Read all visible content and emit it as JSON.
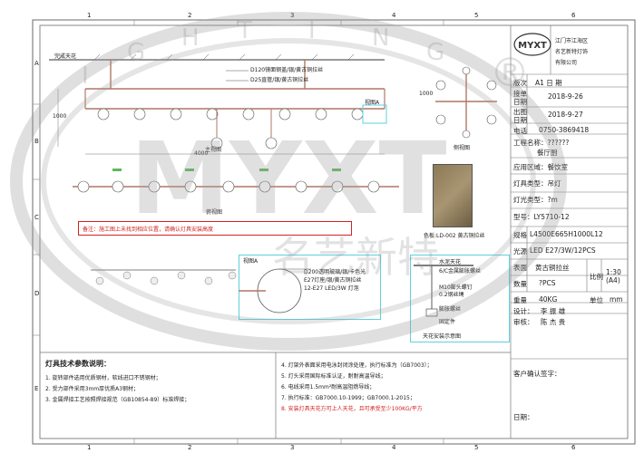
{
  "frame": {
    "cols": [
      "1",
      "2",
      "3",
      "4",
      "5",
      "6"
    ],
    "rows": [
      "A",
      "B",
      "C",
      "D",
      "E"
    ]
  },
  "watermark": {
    "brand": "MYXT",
    "letters": [
      "I",
      "G",
      "H",
      "T",
      "I",
      "N",
      "G"
    ],
    "registered": "®",
    "cn": "名艺新特"
  },
  "top_view": {
    "ceiling_label": "完成天花",
    "callout_1": "D120镜面钢盖/银/黄古铜拉丝",
    "callout_2": "D25直管/银/黄古铜拉丝",
    "detail_marker": "视图A",
    "view_label": "主视图",
    "height_dim": "1000",
    "width_dim": "4000"
  },
  "side_view": {
    "label": "侧视图",
    "dim": "1000"
  },
  "bottom_view": {
    "label": "俯视图"
  },
  "note": "备注：施工图上未找到相应位置，请确认灯具安装高度",
  "detail": {
    "title": "视图A",
    "lines": [
      "D200透明玻璃/银/卡色光",
      "E27灯座/银/黄古铜拉丝",
      "12-E27 LED/3W 灯泡"
    ]
  },
  "color_sample": {
    "label": "色板:LD-002 黄古铜拉丝"
  },
  "install": {
    "labels": [
      "水泥天花",
      "6/C金属膨胀螺丝",
      "M10膨头螺钉",
      "0.2钢丝绳",
      "膨胀螺丝",
      "固定件"
    ],
    "caption": "天花安装示意图"
  },
  "tech": {
    "title": "灯具技术参数说明：",
    "left": [
      "1. 旋转部件选用优质钢材，软线进口不锈钢材；",
      "2. 受力部件采用3mm厚优质A3钢材；",
      "3. 金属焊接工艺按照焊接规范（GB10854-89）标准焊接；"
    ],
    "right": [
      "4. 灯架外表面采用电泳封闭涂处理，执行标准为（GB7003）；",
      "5. 灯头采用国际标准认证，耐耐高温导线；",
      "6. 电线采用1.5mm²耐高温阻燃导线；",
      "7. 执行标准：GB7000.10-1999；GB7000.1-2015；",
      "8. 安装灯具天花方可上人天花，且可承受至少100KG/平方"
    ]
  },
  "titleblock": {
    "company_lines": [
      "江门市江海区",
      "名艺新特灯饰",
      "有限公司"
    ],
    "logo": "MYXT",
    "version_label": "版次",
    "version_value": "A1  日  期",
    "receive_label": "接单\n日期",
    "receive_value": "2018-9-26",
    "out_label": "出图\n日期",
    "out_value": "2018-9-27",
    "phone_label": "电话",
    "phone_value": "0750-3869418",
    "project_label": "工程名称：??????",
    "project_sub": "餐厅厨",
    "location": "应用区域：餐饮室",
    "type": "灯具类型：吊灯",
    "light_type": "灯光类型：?m",
    "code": "型号：LY5710-12",
    "spec_label": "规格",
    "spec_value": "L4500E665H1000L12",
    "source_label": "光源",
    "source_value": "LED E27/3W/12PCS",
    "finish_label": "表面",
    "finish_value": "黄古铜拉丝",
    "qty_label": "数量",
    "qty_value": "?PCS",
    "scale_label": "比例",
    "scale_value": "1:30\n(A4)",
    "weight_label": "重量",
    "weight_value": "40KG",
    "unit_label": "单位",
    "unit_value": "mm",
    "designer_label": "设计：",
    "designer_value": "李 振 雄",
    "checker_label": "审核：",
    "checker_value": "陈 杰 贵",
    "confirm": "客户确认签字：",
    "date": "日期："
  },
  "colors": {
    "frame": "#6a6a6a",
    "pipe": "#b07766",
    "cyan": "#5fd0de",
    "green": "#5cb85c",
    "red": "#d32222"
  }
}
